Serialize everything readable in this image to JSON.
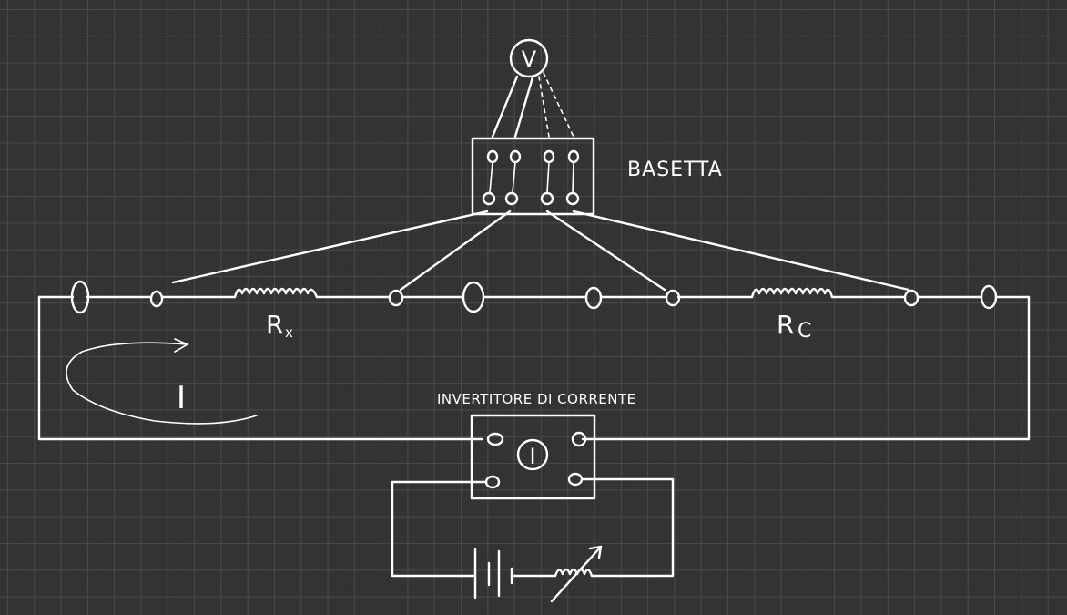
{
  "labels": {
    "voltmeter": "V",
    "basetta": "BASETTA",
    "rx_main": "R",
    "rx_sub": "x",
    "rc_main": "R",
    "rc_sub": "C",
    "current": "I",
    "invertitore": "INVERTITORE DI CORRENTE",
    "ammeter": "I"
  },
  "colors": {
    "background": "#333333",
    "grid": "#4a4a4a",
    "ink": "#ffffff"
  },
  "icons": {
    "voltmeter": "circle-v-icon",
    "ammeter": "circle-i-icon",
    "battery": "battery-icon",
    "rheostat": "variable-resistor-icon",
    "resistor": "zigzag-resistor-icon"
  }
}
